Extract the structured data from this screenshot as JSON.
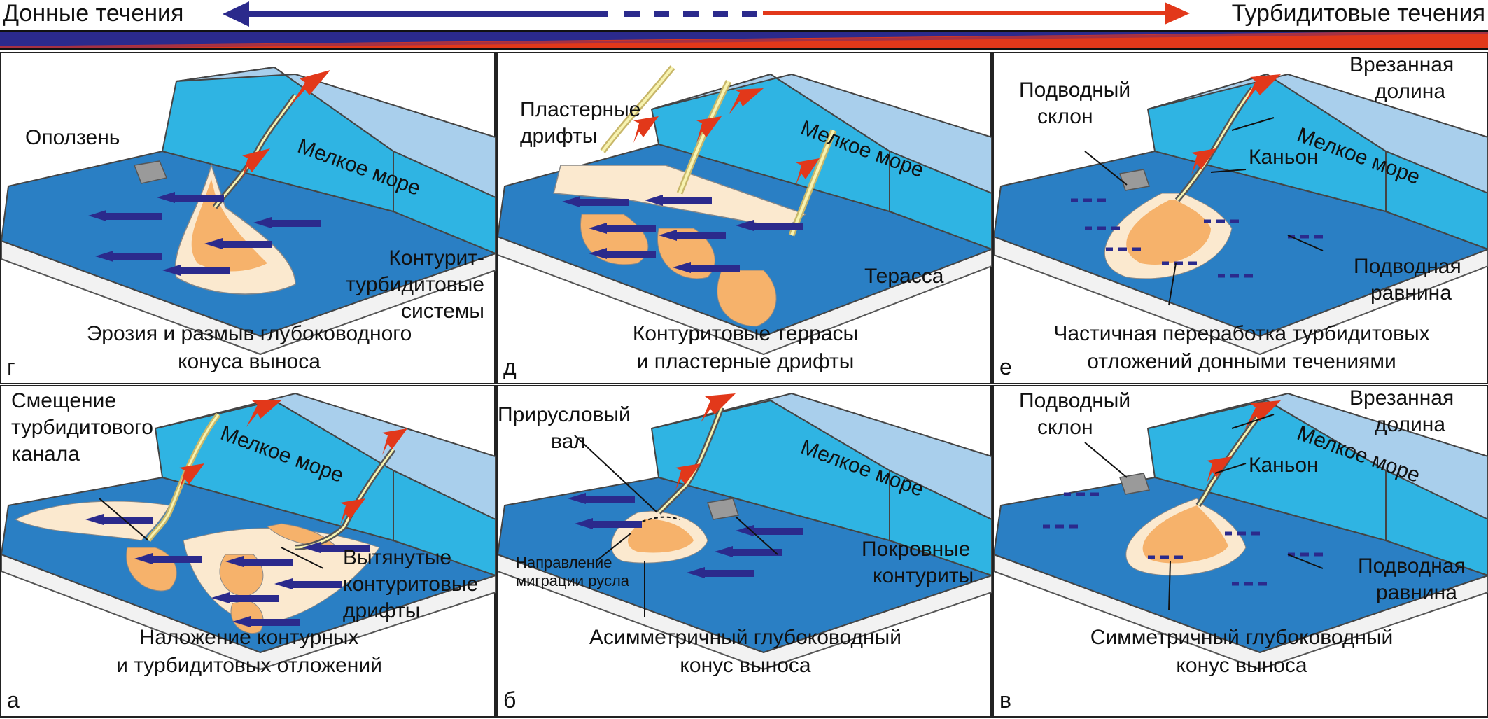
{
  "header": {
    "left_label": "Донные течения",
    "right_label": "Турбидитовые течения",
    "left_color": "#2b2a8c",
    "right_color": "#e2381a"
  },
  "panels": {
    "g": {
      "letter": "г",
      "sea": "Мелкое море",
      "landslide": "Оползень",
      "system_1": "Контурит-",
      "system_2": "турбидитовые",
      "system_3": "системы",
      "caption_1": "Эрозия и размыв глубоководного",
      "caption_2": "конуса выноса"
    },
    "d": {
      "letter": "д",
      "sea": "Мелкое море",
      "drift_1": "Пластерные",
      "drift_2": "дрифты",
      "terrace": "Терасса",
      "caption_1": "Контуритовые террасы",
      "caption_2": "и пластерные дрифты"
    },
    "e": {
      "letter": "е",
      "sea": "Мелкое море",
      "slope_1": "Подводный",
      "slope_2": "склон",
      "valley_1": "Врезанная",
      "valley_2": "долина",
      "canyon": "Каньон",
      "plain_1": "Подводная",
      "plain_2": "равнина",
      "caption_1": "Частичная переработка турбидитовых",
      "caption_2": "отложений донными течениями"
    },
    "a": {
      "letter": "а",
      "sea": "Мелкое море",
      "shift_1": "Смещение",
      "shift_2": "турбидитового",
      "shift_3": "канала",
      "drift_1": "Вытянутые",
      "drift_2": "контуритовые",
      "drift_3": "дрифты",
      "caption_1": "Наложение контурных",
      "caption_2": "и турбидитовых отложений"
    },
    "b": {
      "letter": "б",
      "sea": "Мелкое море",
      "levee_1": "Прирусловый",
      "levee_2": "вал",
      "mig_1": "Направление",
      "mig_2": "миграции русла",
      "cover_1": "Покровные",
      "cover_2": "контуриты",
      "caption_1": "Асимметричный глубоководный",
      "caption_2": "конус выноса"
    },
    "v": {
      "letter": "в",
      "sea": "Мелкое море",
      "slope_1": "Подводный",
      "slope_2": "склон",
      "valley_1": "Врезанная",
      "valley_2": "долина",
      "canyon": "Каньон",
      "plain_1": "Подводная",
      "plain_2": "равнина",
      "caption_1": "Симметричный глубоководный",
      "caption_2": "конус выноса"
    }
  },
  "colors": {
    "shelf": "#a9cfec",
    "slope": "#2fb4e3",
    "plain": "#2a7fc4",
    "fan": "#f6b26b",
    "fan_light": "#fbe9cf",
    "arrow_bottom": "#2b2a8c",
    "arrow_turbid": "#e2381a"
  }
}
